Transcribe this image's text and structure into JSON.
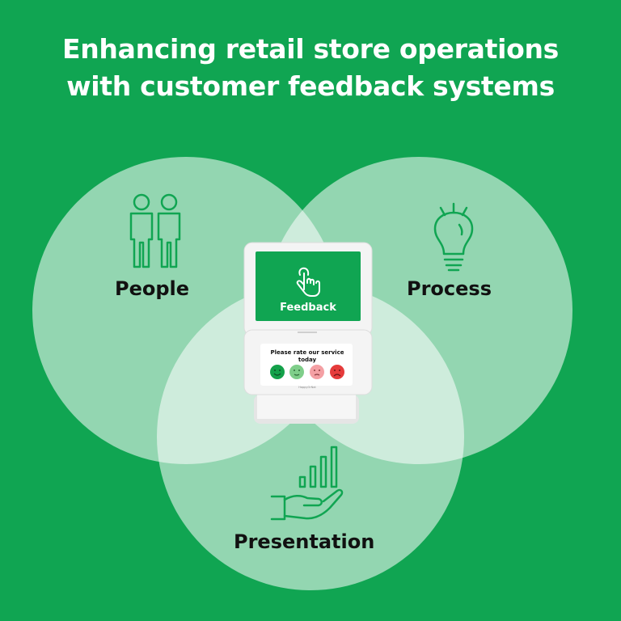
{
  "title": {
    "line1": "Enhancing retail store operations",
    "line2": "with customer feedback systems"
  },
  "circles": [
    {
      "label": "People",
      "icon": "people-icon"
    },
    {
      "label": "Process",
      "icon": "lightbulb-icon"
    },
    {
      "label": "Presentation",
      "icon": "hand-chart-icon"
    }
  ],
  "device": {
    "screen_label": "Feedback",
    "prompt": "Please rate our service today",
    "brand": "HappyOrNot",
    "ratings": [
      {
        "icon": "very-happy-face-icon",
        "color": "#14a14a"
      },
      {
        "icon": "happy-face-icon",
        "color": "#7fce8a"
      },
      {
        "icon": "unhappy-face-icon",
        "color": "#f4a0a4"
      },
      {
        "icon": "very-unhappy-face-icon",
        "color": "#e53b3b"
      }
    ]
  },
  "colors": {
    "background": "#10a552",
    "icon_stroke": "#10a552",
    "text": "#111111"
  }
}
